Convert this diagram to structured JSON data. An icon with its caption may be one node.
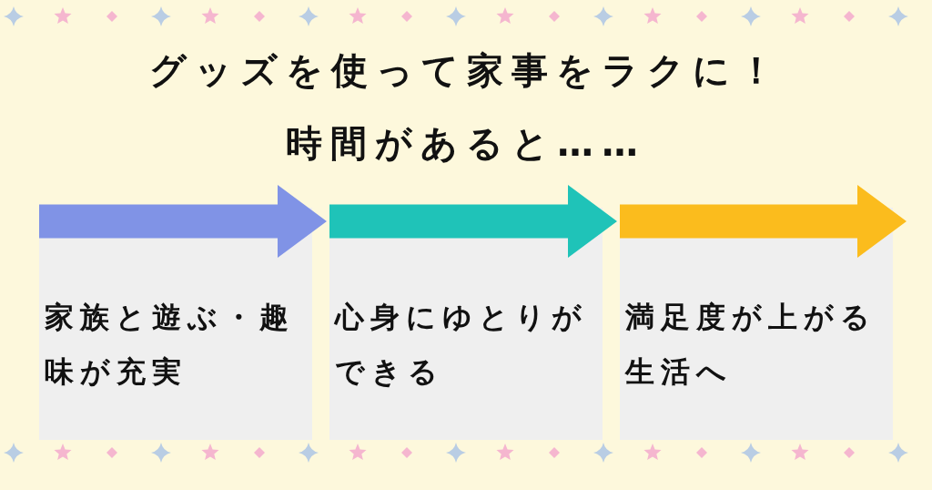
{
  "diagram": {
    "title": "グッズを使って家事をラクに！",
    "nodes": [
      {
        "text": [
          "家族と遊ぶ・趣味が充実"
        ]
      },
      {
        "text": [
          "心身にゆとりができる"
        ]
      },
      {
        "text": [
          "満足度が上がる生活へ"
        ]
      }
    ],
    "edges": [
      {
        "from": 0,
        "to": 1,
        "arrow": "to",
        "color": "#8093e6"
      },
      {
        "from": 1,
        "to": 2,
        "arrow": "to",
        "color": "#1fc3b8"
      },
      {
        "from": 2,
        "to": null,
        "arrow": "to",
        "color": "#fbbc1d"
      }
    ],
    "labels": [
      "時間があると……"
    ]
  }
}
